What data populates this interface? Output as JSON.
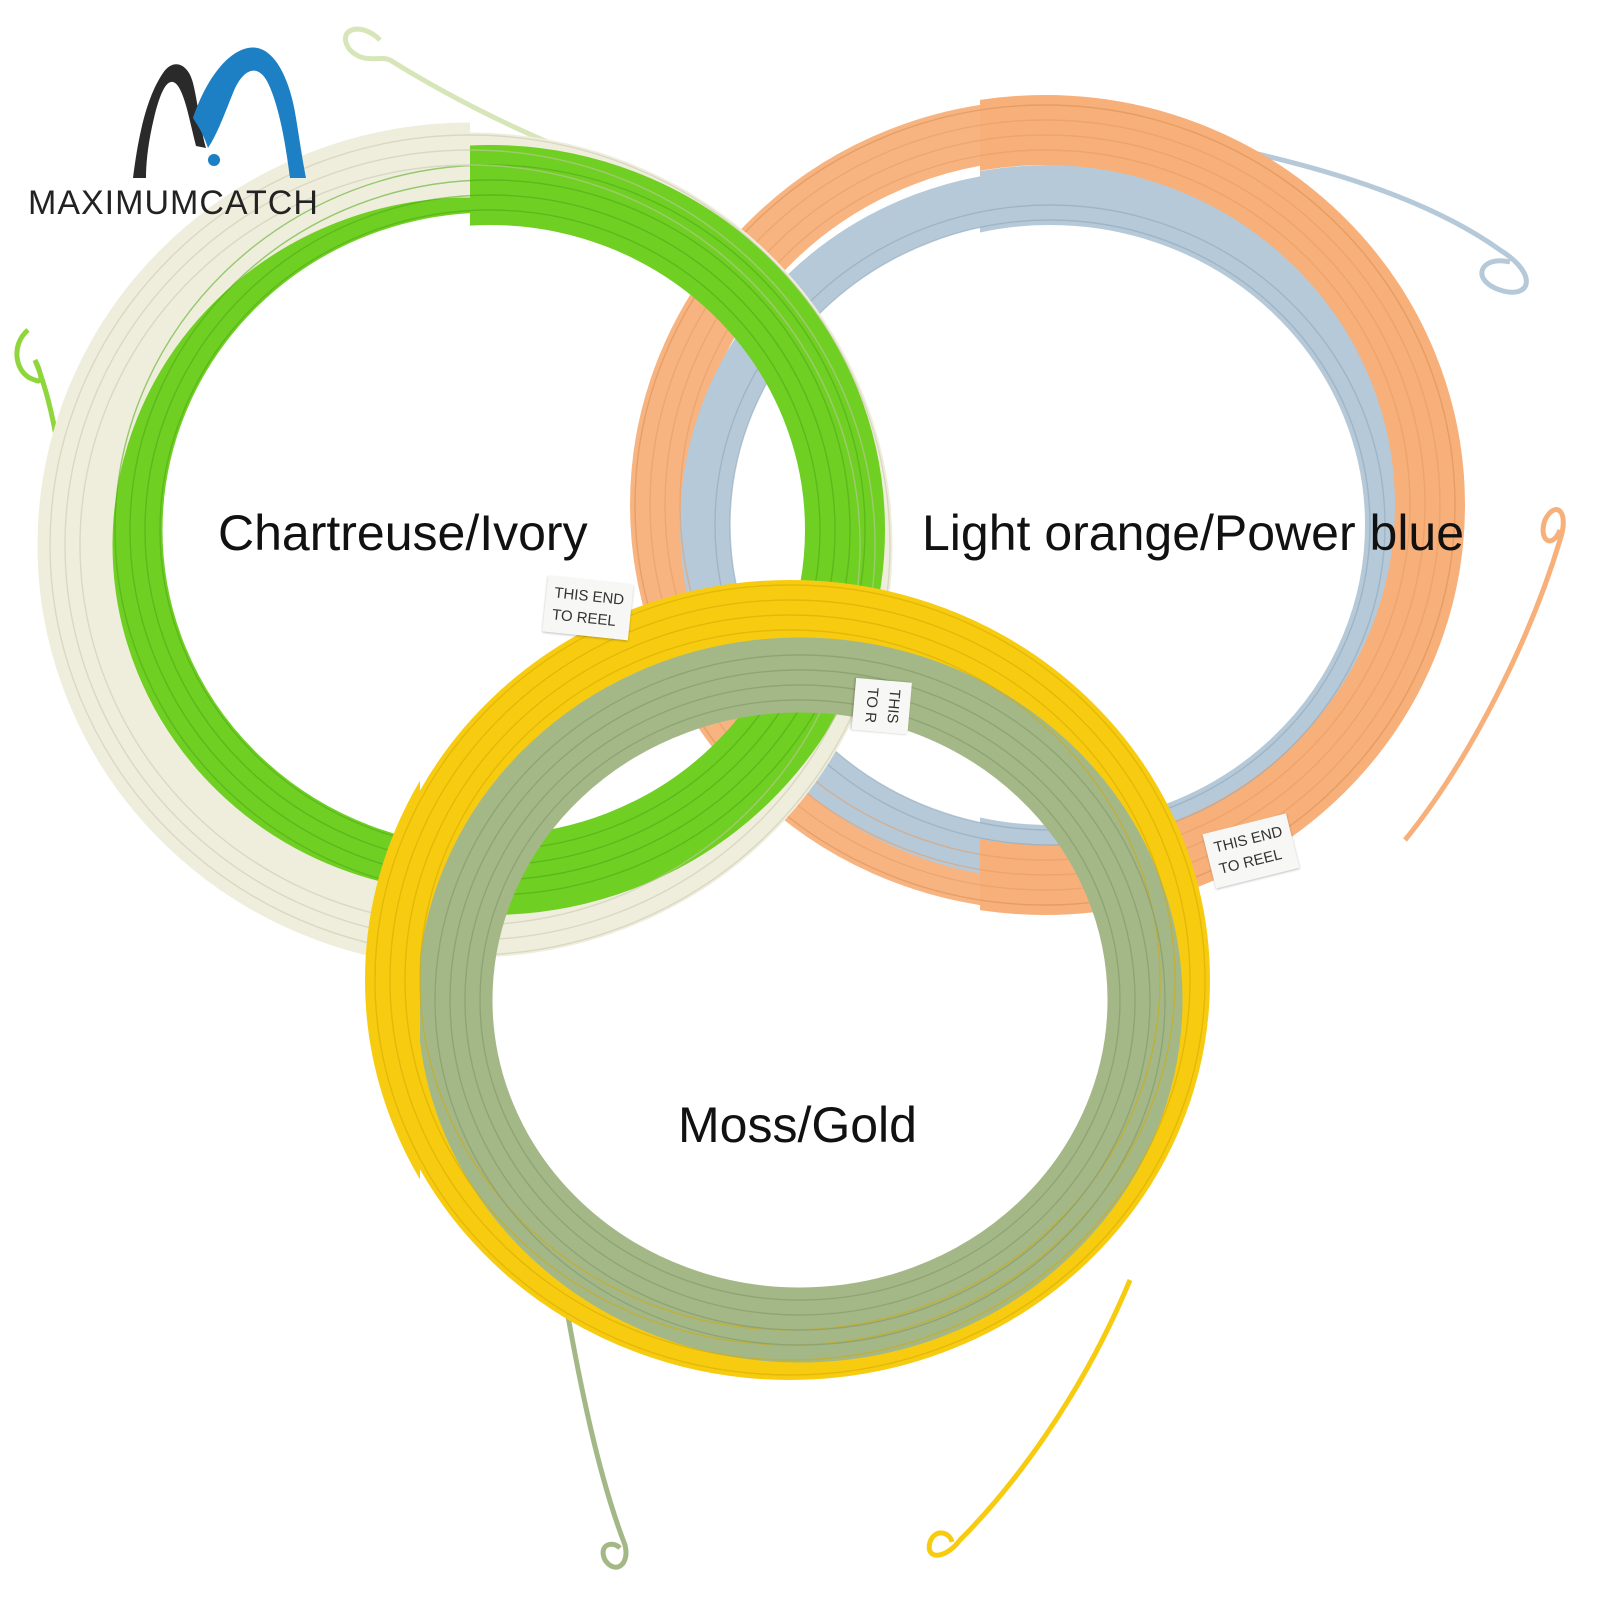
{
  "brand": {
    "name": "MAXIMUMCATCH",
    "logo_icon": "m-wave-logo-icon",
    "colors": {
      "dark": "#2a2a2a",
      "blue": "#1d7fc4"
    }
  },
  "products": [
    {
      "label": "Chartreuse/Ivory",
      "primary_color": "#6fcf23",
      "secondary_color": "#efeedd"
    },
    {
      "label": "Light orange/Power blue",
      "primary_color": "#f7b07a",
      "secondary_color": "#b5c9d8"
    },
    {
      "label": "Moss/Gold",
      "primary_color": "#f7cc10",
      "secondary_color": "#a4b887"
    }
  ],
  "tags": [
    {
      "text": "THIS END\nTO REEL"
    },
    {
      "text": "THIS\nTO R"
    },
    {
      "text": "THIS END\nTO REEL"
    }
  ]
}
